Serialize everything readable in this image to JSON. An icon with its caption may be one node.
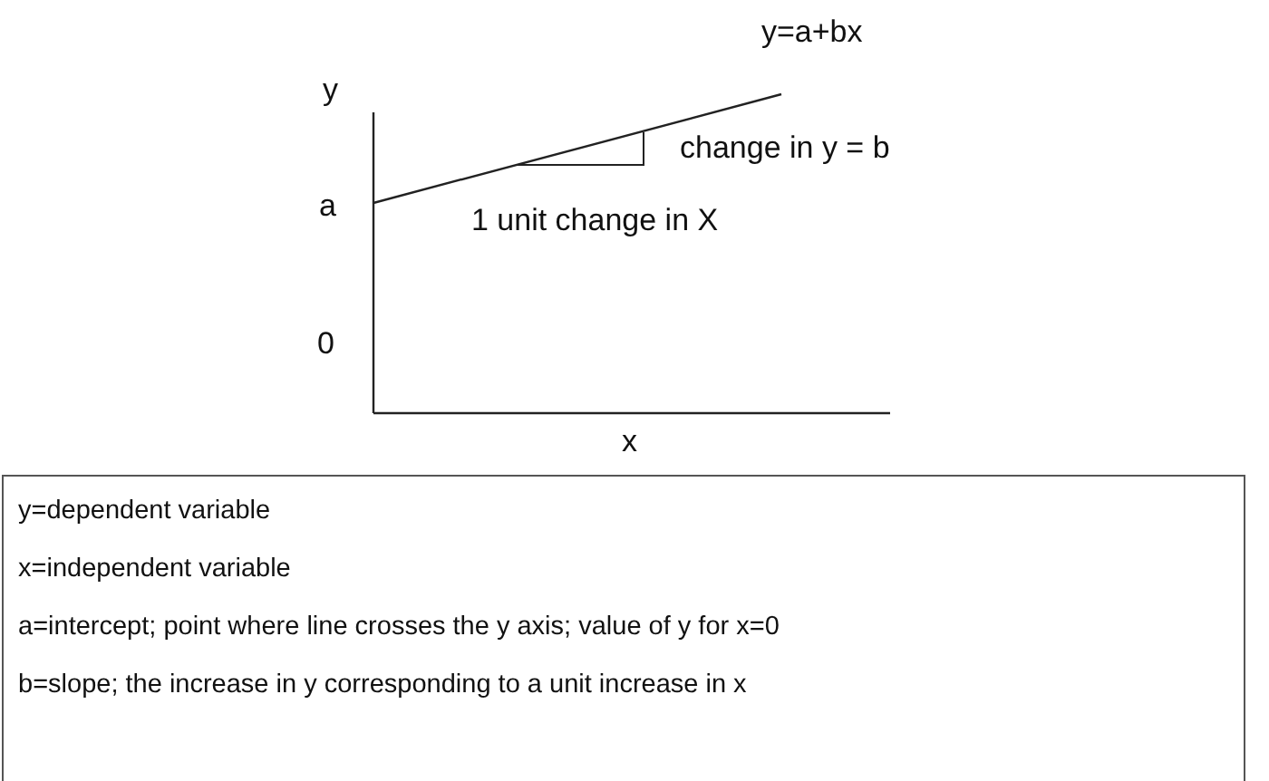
{
  "diagram": {
    "title": "y=a+bx",
    "nodes": [
      {
        "text": [
          "y=dependent variable",
          "x=independent variable",
          "a=intercept; point where line crosses the y axis; value of y for x=0",
          "b=slope; the increase in y corresponding to a unit increase in x"
        ]
      }
    ],
    "labels": [
      "y",
      "change in y = b",
      "a",
      "1 unit change in X",
      "0",
      "x"
    ]
  }
}
